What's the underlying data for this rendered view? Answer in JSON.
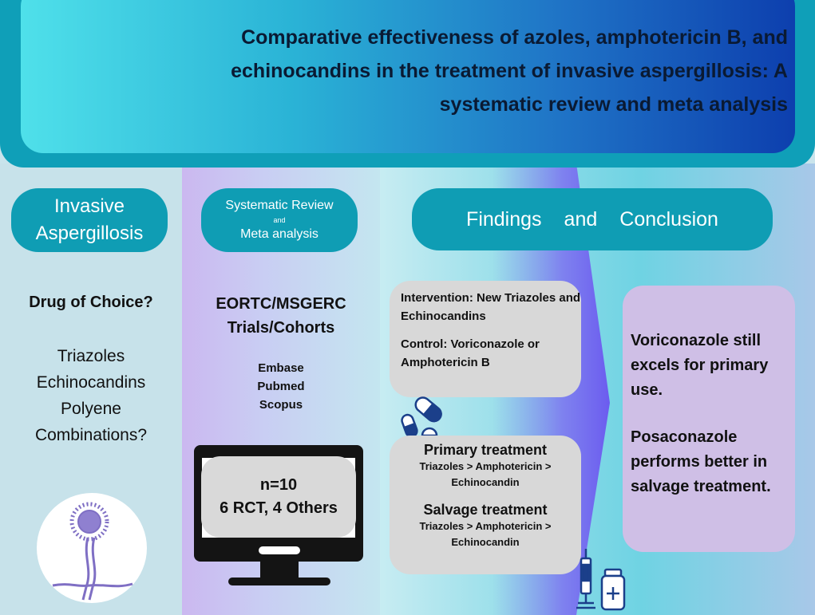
{
  "header": {
    "title": "Comparative effectiveness of azoles, amphotericin B, and\nechinocandins in the treatment of invasive aspergillosis: A\nsystematic review and meta analysis"
  },
  "column_invasive": {
    "pill_label": "Invasive\nAspergillosis",
    "question": "Drug of Choice?",
    "drugs": [
      "Triazoles",
      "Echinocandins",
      "Polyene",
      "Combinations?"
    ]
  },
  "column_review": {
    "pill_line1": "Systematic Review",
    "pill_line2": "and",
    "pill_line3": "Meta analysis",
    "trials_line1": "EORTC/MSGERC",
    "trials_line2": "Trials/Cohorts",
    "databases": [
      "Embase",
      "Pubmed",
      "Scopus"
    ],
    "count_line1": "n=10",
    "count_line2": "6 RCT, 4 Others"
  },
  "column_findings": {
    "pill_word1": "Findings",
    "pill_word2": "and",
    "pill_word3": "Conclusion",
    "intervention": "Intervention: New Triazoles and Echinocandins",
    "control": "Control: Voriconazole or Amphotericin B",
    "primary_heading": "Primary treatment",
    "primary_ranking": "Triazoles > Amphotericin > Echinocandin",
    "salvage_heading": "Salvage treatment",
    "salvage_ranking": "Triazoles > Amphotericin > Echinocandin",
    "conclusion1": "Voriconazole still excels for primary use.",
    "conclusion2": "Posaconazole performs better in salvage treatment."
  },
  "icons": [
    "fungus-icon",
    "monitor-icon",
    "pills-icon",
    "syringe-icon",
    "vial-icon"
  ],
  "colors": {
    "teal": "#0f9db4",
    "navy": "#0d3fae",
    "lavender": "#cfbfe6",
    "grey_box": "#d8d8d8"
  }
}
